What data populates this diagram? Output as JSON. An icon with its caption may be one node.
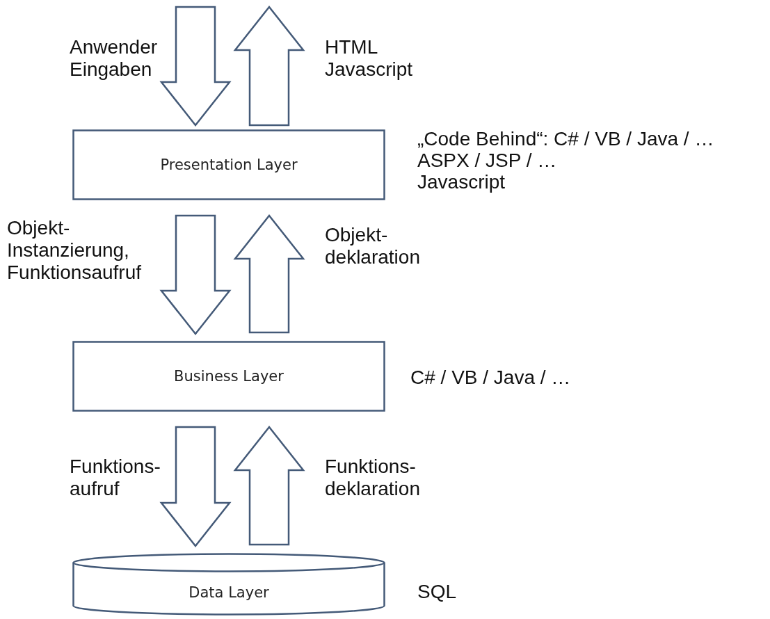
{
  "diagram": {
    "nodes": [
      {
        "text": [
          "Presentation Layer"
        ],
        "beside": [
          "„Code Behind“: C# / VB / Java / …",
          "ASPX / JSP / …",
          "Javascript"
        ]
      },
      {
        "text": [
          "Business Layer"
        ],
        "beside": [
          "C# / VB / Java / …"
        ]
      },
      {
        "text": [
          "Data Layer"
        ],
        "beside": [
          "SQL"
        ]
      }
    ],
    "edges": [
      {
        "from": null,
        "to": 0,
        "arrow": "to",
        "label": "Anwender Eingaben"
      },
      {
        "from": 0,
        "to": null,
        "arrow": "to",
        "label": "HTML Javascript"
      },
      {
        "from": 0,
        "to": 1,
        "arrow": "to",
        "label": "Objekt- Instanzierung, Funktionsaufruf"
      },
      {
        "from": 1,
        "to": 0,
        "arrow": "to",
        "label": "Objekt- deklaration"
      },
      {
        "from": 1,
        "to": 2,
        "arrow": "to",
        "label": "Funktions- aufruf"
      },
      {
        "from": 2,
        "to": 1,
        "arrow": "to",
        "label": "Funktions- deklaration"
      }
    ]
  }
}
